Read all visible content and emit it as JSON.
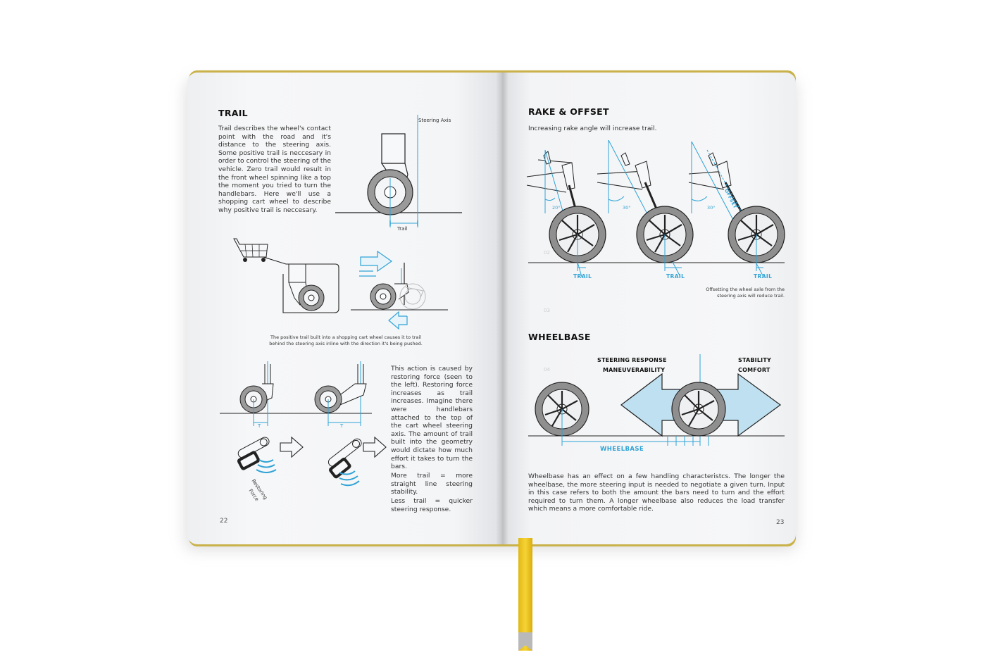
{
  "left_page": {
    "trail_heading": "TRAIL",
    "trail_text": "Trail describes the wheel's contact point with the road and it's distance to the steering axis. Some positive trail is neccesary in order to control the steering of the vehicle. Zero trail would result in the front wheel spinning like a top the moment you tried to turn the handlebars. Here we'll use a shopping cart wheel to describe why positive trail is neccesary.",
    "steering_axis_label": "Steering Axis",
    "trail_label": "Trail",
    "cart_caption_line1": "The positive trail built into a shopping cart wheel causes it to trail",
    "cart_caption_line2": "behind the steering axis inline with the direction it's being pushed.",
    "t_label_1": "T",
    "t_label_2": "T",
    "restoring_force_label_1": "Restoring",
    "restoring_force_label_2": "Force",
    "restoring_text": "This action is caused by restoring force (seen to the left). Restoring force increases as trail increases. Imagine there were handlebars attached to the top of the cart wheel steering axis. The amount of trail built into the geometry would dictate how much effort it takes to turn the bars.",
    "more_trail_text": "More trail = more straight line steering stability.",
    "less_trail_text": "Less trail = quicker steering response.",
    "page_number": "22"
  },
  "right_page": {
    "rake_heading": "RAKE & OFFSET",
    "rake_intro": "Increasing rake angle will increase trail.",
    "angle_1": "20°",
    "angle_2": "30°",
    "angle_3": "30°",
    "offset_label": "OFFSET",
    "trail_labels": [
      "TRAIL",
      "TRAIL",
      "TRAIL"
    ],
    "ghost_02": "02",
    "ghost_03": "03",
    "ghost_04": "04",
    "offset_note_line1": "Offsetting the wheel axle from the",
    "offset_note_line2": "steering axis will reduce trail.",
    "wheelbase_heading": "WHEELBASE",
    "steering_response_label": "STEERING RESPONSE",
    "maneuverability_label": "MANEUVERABILITY",
    "stability_label": "STABILITY",
    "comfort_label": "COMFORT",
    "wheelbase_label": "WHEELBASE",
    "wheelbase_text": "Wheelbase has an effect on a few handling characteristcs. The longer the wheelbase, the more steering input is needed to negotiate a given turn. Input in this case refers to both the amount the bars need to turn and the effort required to turn them. A longer wheelbase also reduces the load transfer which means  a more comfortable ride.",
    "page_number": "23"
  },
  "colors": {
    "accent_blue": "#2fa3d6",
    "arrow_fill": "#bfe0f0",
    "ribbon_yellow": "#f1c928",
    "paper": "#f4f5f7"
  }
}
